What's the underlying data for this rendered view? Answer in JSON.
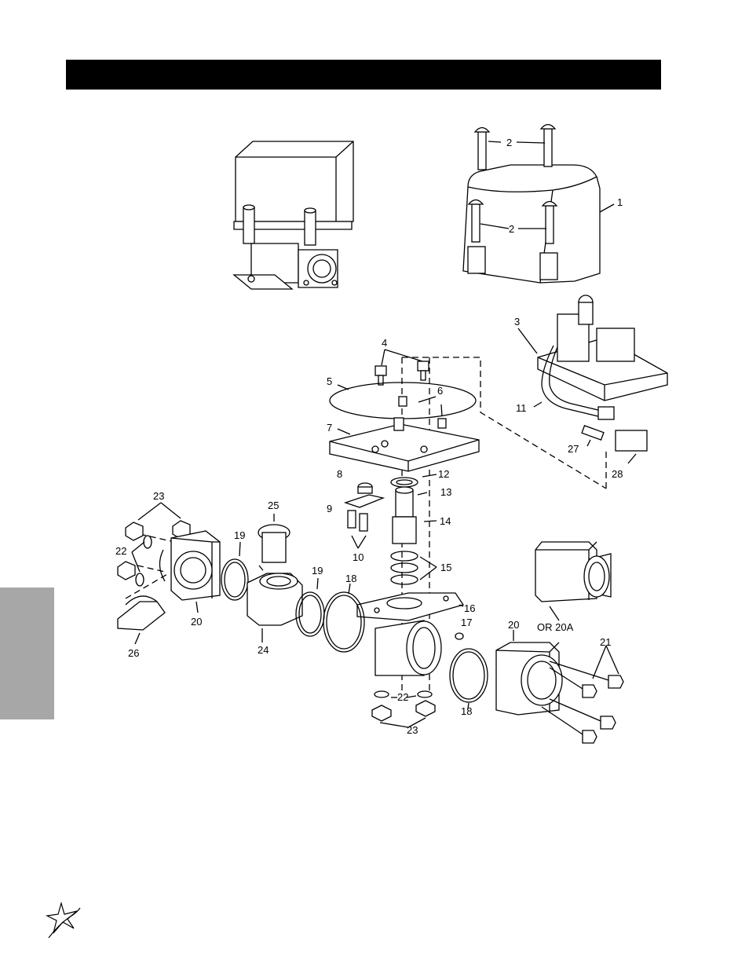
{
  "callouts": {
    "c1": "1",
    "c2a": "2",
    "c2b": "2",
    "c3": "3",
    "c4": "4",
    "c5": "5",
    "c6": "6",
    "c7": "7",
    "c8": "8",
    "c9": "9",
    "c10": "10",
    "c11": "11",
    "c12": "12",
    "c13": "13",
    "c14": "14",
    "c15": "15",
    "c16": "16",
    "c17": "17",
    "c18a": "18",
    "c18b": "18",
    "c19a": "19",
    "c19b": "19",
    "c20a": "20",
    "c20b": "20",
    "c20A": "OR  20A",
    "c21": "21",
    "c22a": "22",
    "c22b": "22",
    "c23a": "23",
    "c23b": "23",
    "c24": "24",
    "c25": "25",
    "c26": "26",
    "c27": "27",
    "c28": "28"
  },
  "icons": {
    "logo": "star-swoosh-logo-icon"
  }
}
